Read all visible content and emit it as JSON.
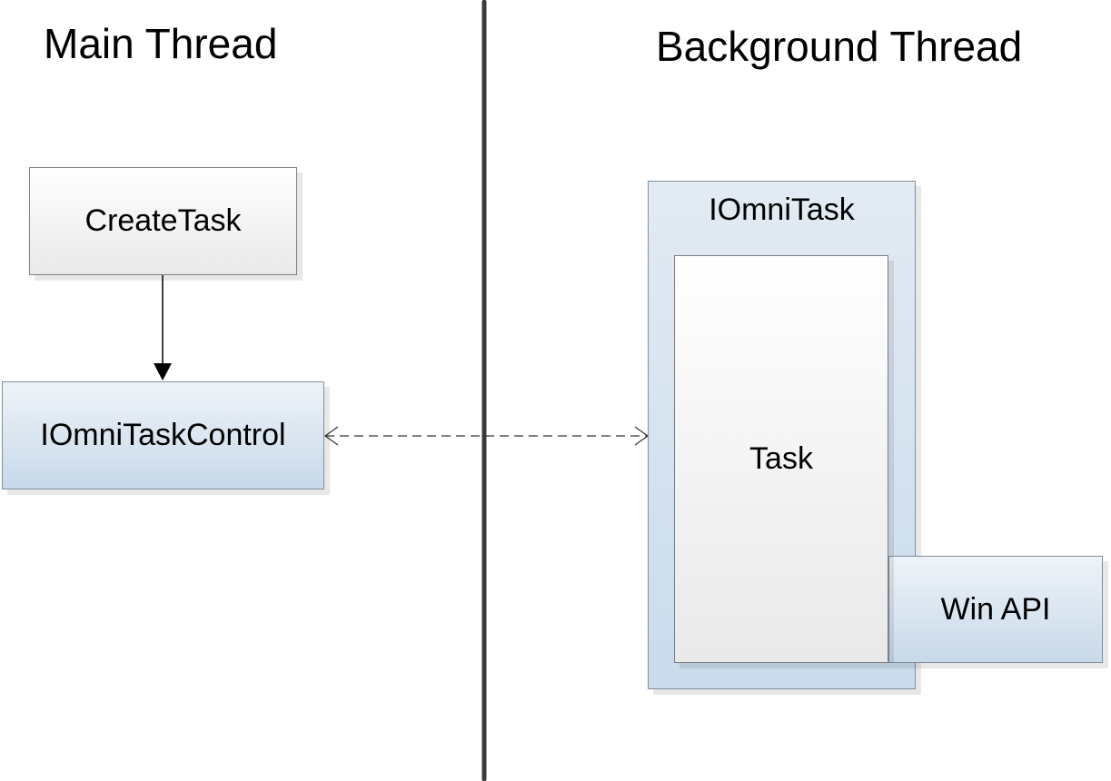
{
  "headings": {
    "main_thread": "Main Thread",
    "background_thread": "Background Thread"
  },
  "boxes": {
    "create_task": "CreateTask",
    "task_control": "IOmniTaskControl",
    "omni_task": "IOmniTask",
    "task": "Task",
    "win_api": "Win API"
  },
  "colors": {
    "divider": "#3a3a3a",
    "box_gray_fill": "#f2f2f2",
    "box_blue_fill": "#d5e2ef",
    "box_border": "#7f7f7f",
    "arrow": "#000000"
  },
  "connectors": [
    {
      "from": "CreateTask",
      "to": "IOmniTaskControl",
      "style": "solid",
      "arrowhead": "filled"
    },
    {
      "from": "IOmniTaskControl",
      "to": "IOmniTask",
      "style": "dashed",
      "arrowhead": "open-both-ends"
    }
  ]
}
